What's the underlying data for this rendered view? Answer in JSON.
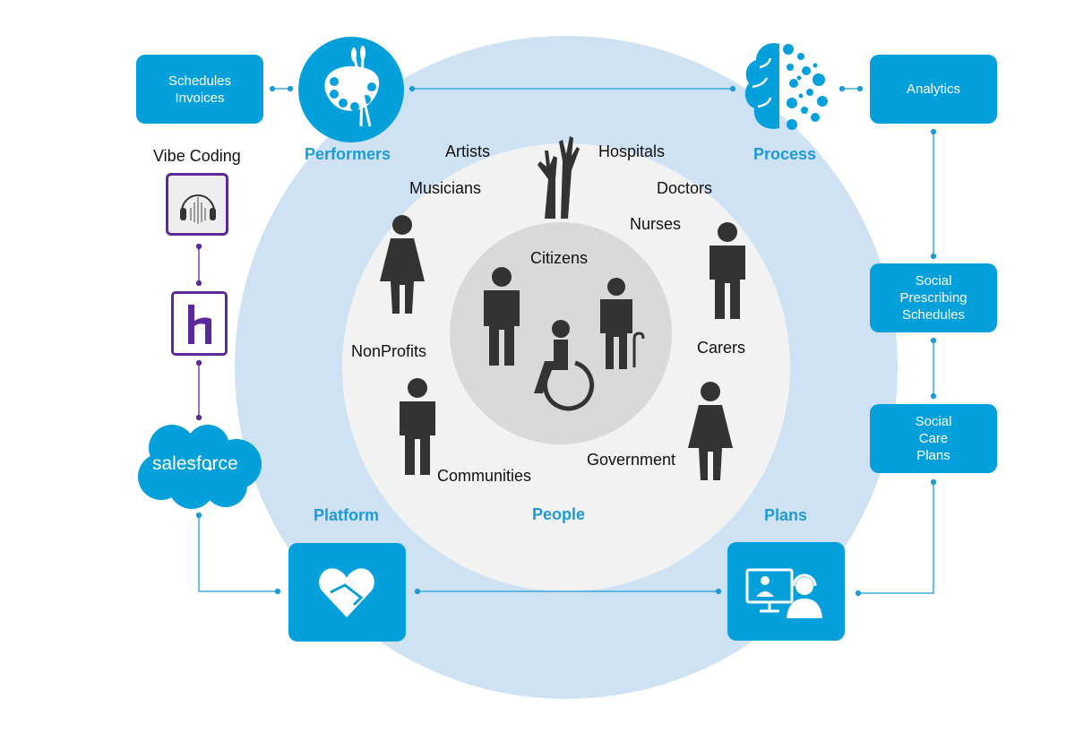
{
  "boxes": {
    "schedules_invoices": [
      "Schedules",
      "Invoices"
    ],
    "analytics": "Analytics",
    "social_prescribing": [
      "Social",
      "Prescribing",
      "Schedules"
    ],
    "social_care_plans": [
      "Social",
      "Care",
      "Plans"
    ]
  },
  "sections": {
    "performers": "Performers",
    "process": "Process",
    "platform": "Platform",
    "people": "People",
    "plans": "Plans"
  },
  "tools": {
    "vibe_coding": "Vibe Coding",
    "salesforce": "salesforce"
  },
  "groups": {
    "artists": "Artists",
    "musicians": "Musicians",
    "hospitals": "Hospitals",
    "doctors": "Doctors",
    "nurses": "Nurses",
    "citizens": "Citizens",
    "carers": "Carers",
    "nonprofits": "NonProfits",
    "communities": "Communities",
    "government": "Government"
  },
  "colors": {
    "brand": "#03a0dc",
    "ring": "#cfe2f3",
    "inner": "#f2f2f2",
    "core": "#d9d9d9",
    "figure": "#333333",
    "heroku": "#5a2a9c"
  }
}
